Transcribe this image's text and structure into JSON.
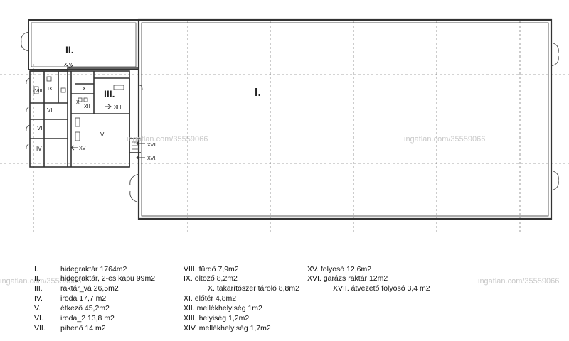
{
  "plan": {
    "rooms": [
      {
        "id": "I.",
        "label": "I."
      },
      {
        "id": "II.",
        "label": "II."
      },
      {
        "id": "III.",
        "label": "III."
      },
      {
        "id": "IV",
        "label": "IV"
      },
      {
        "id": "V.",
        "label": "V."
      },
      {
        "id": "VI",
        "label": "VI"
      },
      {
        "id": "VII",
        "label": "VII"
      },
      {
        "id": "VIII",
        "label": "VIII"
      },
      {
        "id": "IX",
        "label": "IX"
      },
      {
        "id": "X.",
        "label": "X."
      },
      {
        "id": "XI",
        "label": "XI"
      },
      {
        "id": "XII",
        "label": "XII"
      },
      {
        "id": "XIII.",
        "label": "XIII."
      },
      {
        "id": "XIV.",
        "label": "XIV."
      },
      {
        "id": "XV",
        "label": "XV"
      },
      {
        "id": "XVI.",
        "label": "XVI."
      },
      {
        "id": "XVII.",
        "label": "XVII."
      }
    ]
  },
  "watermarks": [
    "ingatlan.com/35559066",
    "ingatlan.com/35559066",
    "ingatlan.com/35559066",
    "ingatlan.com/35559066"
  ],
  "legend": {
    "col1": [
      {
        "num": "I.",
        "text": "hidegraktár 1764m2"
      },
      {
        "num": "II.",
        "text": "hidegraktár, 2-es kapu 99m2"
      },
      {
        "num": "III.",
        "text": "raktár_vá 26,5m2"
      },
      {
        "num": "IV.",
        "text": "iroda 17,7 m2"
      },
      {
        "num": "V.",
        "text": "étkező 45,2m2"
      },
      {
        "num": "VI.",
        "text": "iroda_2 13,8 m2"
      },
      {
        "num": "VII.",
        "text": "pihenő 14 m2"
      }
    ],
    "col2": [
      {
        "text": "VIII. fürdő 7,9m2"
      },
      {
        "text": "IX.  öltöző 8,2m2"
      },
      {
        "text": "X. takarítószer tároló 8,8m2"
      },
      {
        "text": "XI. előtér 4,8m2"
      },
      {
        "text": "XII.  mellékhelyiség 1m2"
      },
      {
        "text": "XIII. helyiség 1,2m2"
      },
      {
        "text": "XIV. mellékhelyiség 1,7m2"
      }
    ],
    "col3": [
      {
        "text": "XV. folyosó 12,6m2"
      },
      {
        "text": "XVI. garázs raktár 12m2"
      },
      {
        "text": "XVII.  átvezető folyosó 3,4 m2"
      }
    ]
  }
}
